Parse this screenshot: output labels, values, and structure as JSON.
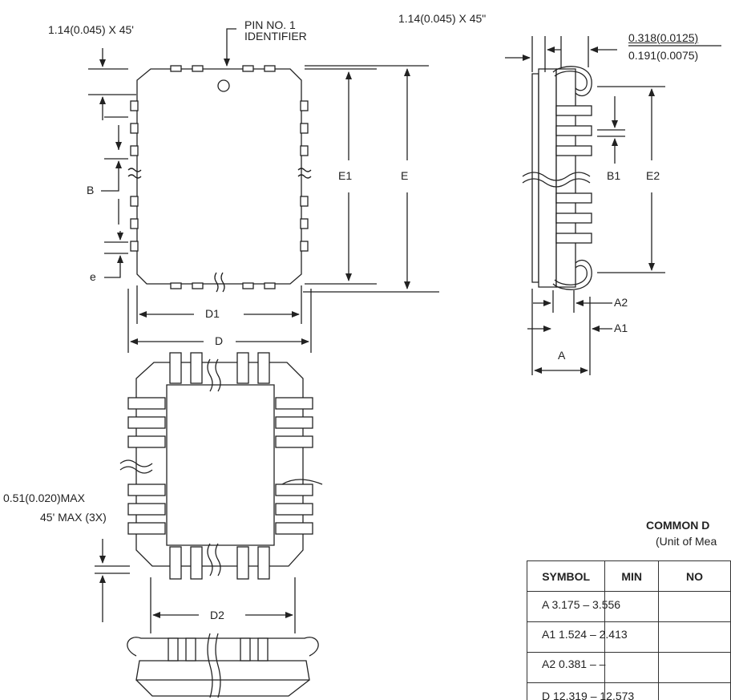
{
  "labels": {
    "chamfer_left": "1.14(0.045) X 45'",
    "pin_id_line1": "PIN NO. 1",
    "pin_id_line2": "IDENTIFIER",
    "chamfer_right": "1.14(0.045) X 45\"",
    "lead_thk_num": "0.318(0.0125)",
    "lead_thk_den": "0.191(0.0075)",
    "b": "B",
    "e": "e",
    "e1": "E1",
    "e_big": "E",
    "b1": "B1",
    "e2": "E2",
    "d1": "D1",
    "d": "D",
    "a2": "A2",
    "a1": "A1",
    "a": "A",
    "d2": "D2",
    "radius_max": "0.51(0.020)MAX",
    "angle_max": "45' MAX (3X)"
  },
  "table": {
    "title": "COMMON D",
    "subtitle": "(Unit of Mea",
    "headers": [
      "SYMBOL",
      "MIN",
      "NO"
    ],
    "rows": [
      "A 3.175 – 3.556",
      "A1 1.524 – 2.413",
      "A2  0.381 – –",
      "D 12.319 – 12.573"
    ]
  },
  "colors": {
    "line": "#222222",
    "background": "#ffffff"
  }
}
